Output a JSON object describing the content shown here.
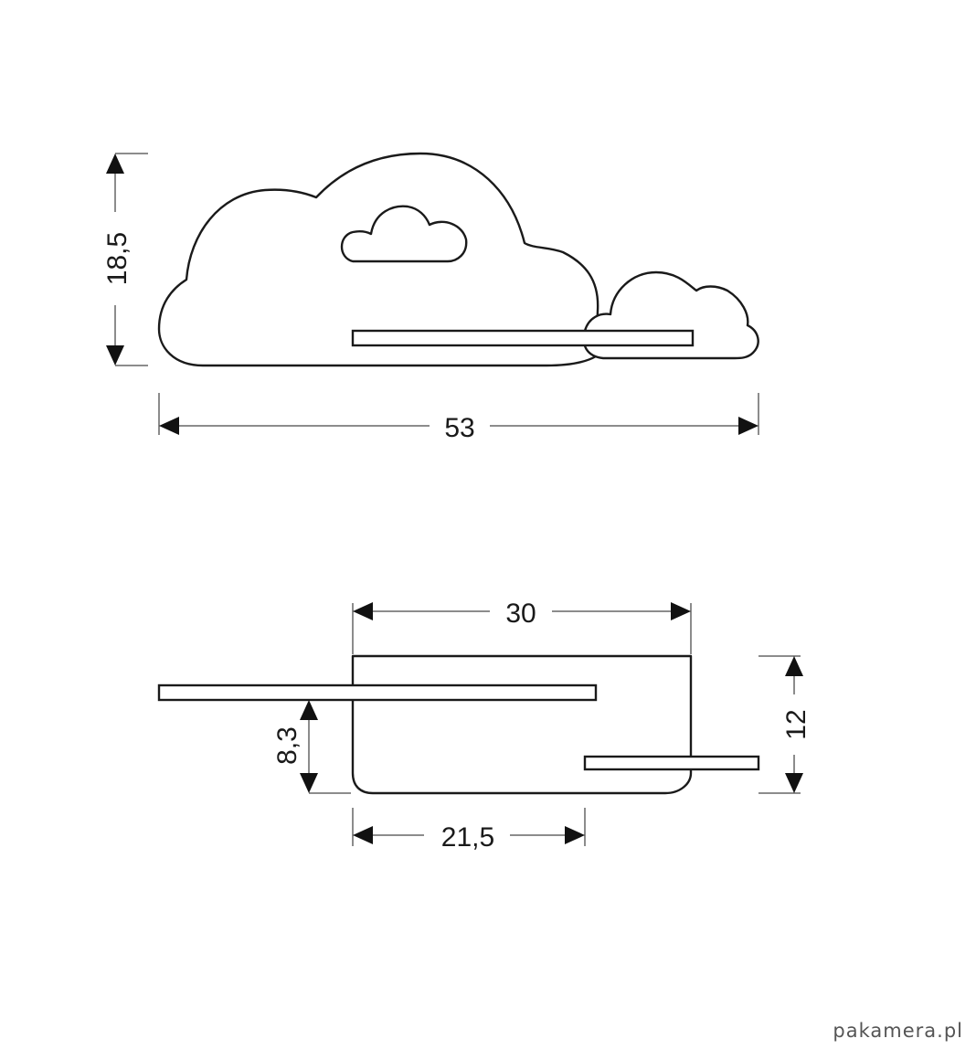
{
  "front_view": {
    "height_label": "18,5",
    "width_label": "53"
  },
  "top_view": {
    "depth_label": "30",
    "total_height_label": "12",
    "shelf_gap_label": "8,3",
    "base_width_label": "21,5"
  },
  "watermark": "pakamera.pl"
}
